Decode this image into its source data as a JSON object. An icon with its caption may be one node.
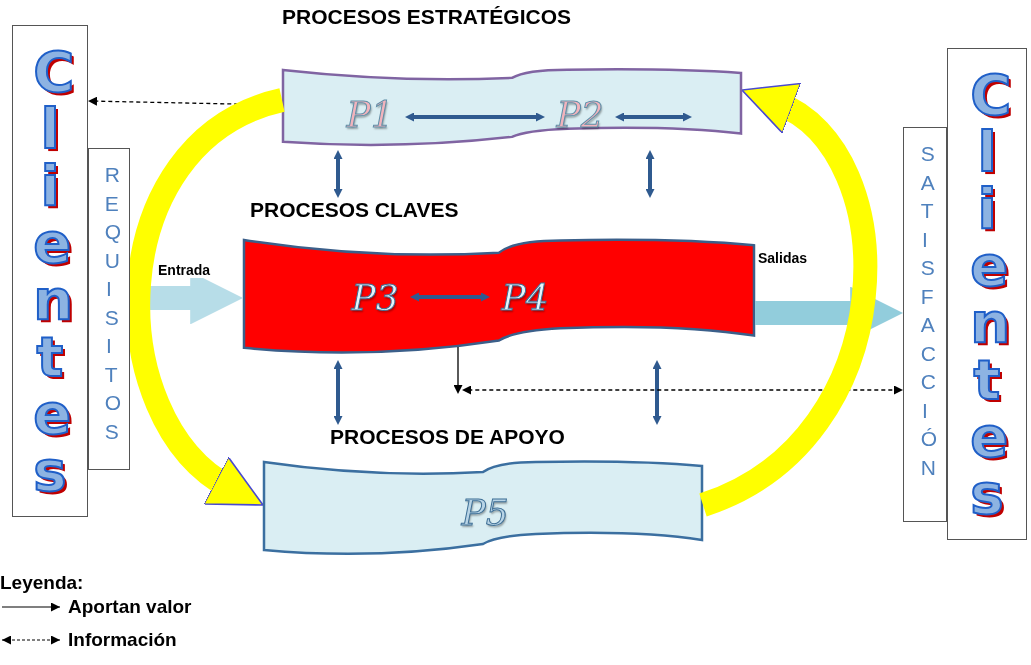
{
  "diagram": {
    "nodes": [
      {
        "text": [
          "Clientes"
        ]
      },
      {
        "text": [
          "REQUISITOS"
        ]
      },
      {
        "text": [
          "PROCESOS ESTRATÉGICOS"
        ]
      },
      {
        "text": [
          "P1"
        ],
        "in": 2
      },
      {
        "text": [
          "P2"
        ],
        "in": 2
      },
      {
        "text": [
          "PROCESOS CLAVES"
        ]
      },
      {
        "text": [
          "P3"
        ],
        "in": 5
      },
      {
        "text": [
          "P4"
        ],
        "in": 5
      },
      {
        "text": [
          "PROCESOS DE APOYO"
        ]
      },
      {
        "text": [
          "P5"
        ],
        "in": 8
      },
      {
        "text": [
          "SATISFACCIÓN"
        ]
      },
      {
        "text": [
          "Clientes"
        ]
      }
    ],
    "edges": [
      {
        "from": 0,
        "to": 2,
        "arrow": "both",
        "style": "dashed",
        "color": "#000000"
      },
      {
        "from": 3,
        "to": 4,
        "arrow": "both"
      },
      {
        "from": 4,
        "to": null,
        "arrow": "both"
      },
      {
        "from": 6,
        "to": 7,
        "arrow": "both"
      },
      {
        "from": 2,
        "to": 5,
        "arrow": "both"
      },
      {
        "from": 2,
        "to": 5,
        "arrow": "both"
      },
      {
        "from": 5,
        "to": 8,
        "arrow": "both"
      },
      {
        "from": 5,
        "to": 8,
        "arrow": "both"
      },
      {
        "from": null,
        "to": 5,
        "arrow": "to",
        "label": "Entrada",
        "style": "thick",
        "color": "#b7dde8"
      },
      {
        "from": 5,
        "to": 10,
        "arrow": "to",
        "label": "Salidas",
        "style": "thick",
        "color": "#92cddc"
      },
      {
        "from": 5,
        "to": null,
        "arrow": "to",
        "color": "#000000"
      },
      {
        "from": null,
        "to": 10,
        "arrow": "both",
        "style": "dashed",
        "color": "#000000"
      },
      {
        "from": 2,
        "to": 8,
        "arrow": "to",
        "style": "thick",
        "color": "#ffff00"
      },
      {
        "from": 8,
        "to": 2,
        "arrow": "to",
        "style": "thick",
        "color": "#ffff00"
      }
    ],
    "labels": [
      "Leyenda:"
    ],
    "legend": [
      {
        "text": "Aportan valor"
      },
      {
        "text": "Información"
      }
    ]
  }
}
